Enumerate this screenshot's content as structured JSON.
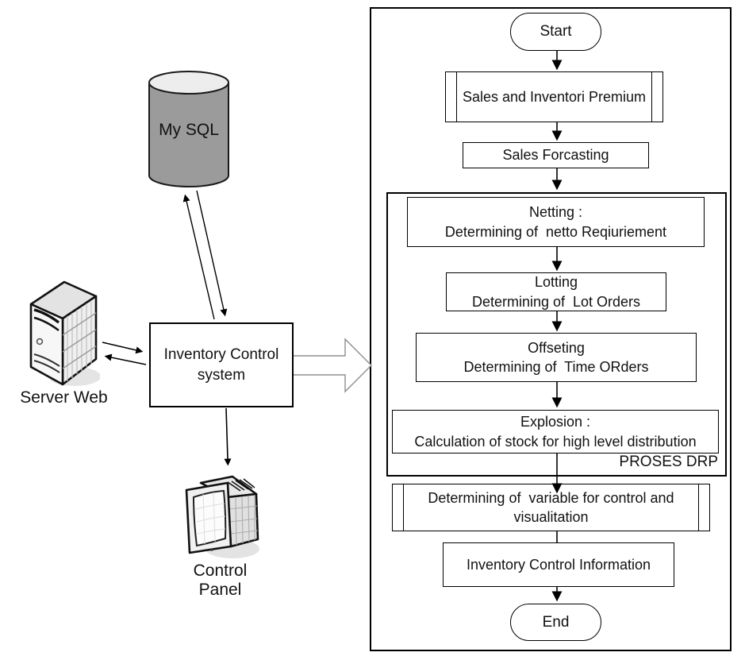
{
  "left_diagram": {
    "mysql_label": "My SQL",
    "server_label": "Server Web",
    "inventory_box": {
      "line1": "Inventory Control",
      "line2": "system"
    },
    "control_panel_label": "Control Panel"
  },
  "flowchart": {
    "start": "Start",
    "sales_premium": "Sales and Inventori Premium",
    "sales_forecasting": "Sales Forcasting",
    "netting_line1": "Netting :",
    "netting_line2": "Determining of  netto Reqiuriement",
    "lotting_line1": "Lotting",
    "lotting_line2": "Determining of  Lot Orders",
    "offseting_line1": "Offseting",
    "offseting_line2": "Determining of  Time ORders",
    "explosion_line1": "Explosion :",
    "explosion_line2": "Calculation of stock for high level distribution",
    "proses_label": "PROSES DRP",
    "determining": "Determining of  variable for control and visualitation",
    "inventory_info": "Inventory Control Information",
    "end": "End"
  },
  "colors": {
    "line": "#000000",
    "cylinder_body": "#9b9b9b",
    "cylinder_top": "#ededed",
    "block_arrow_outline": "#8f8f8f",
    "icon_shadow": "#d9d9d9",
    "background": "#ffffff"
  }
}
